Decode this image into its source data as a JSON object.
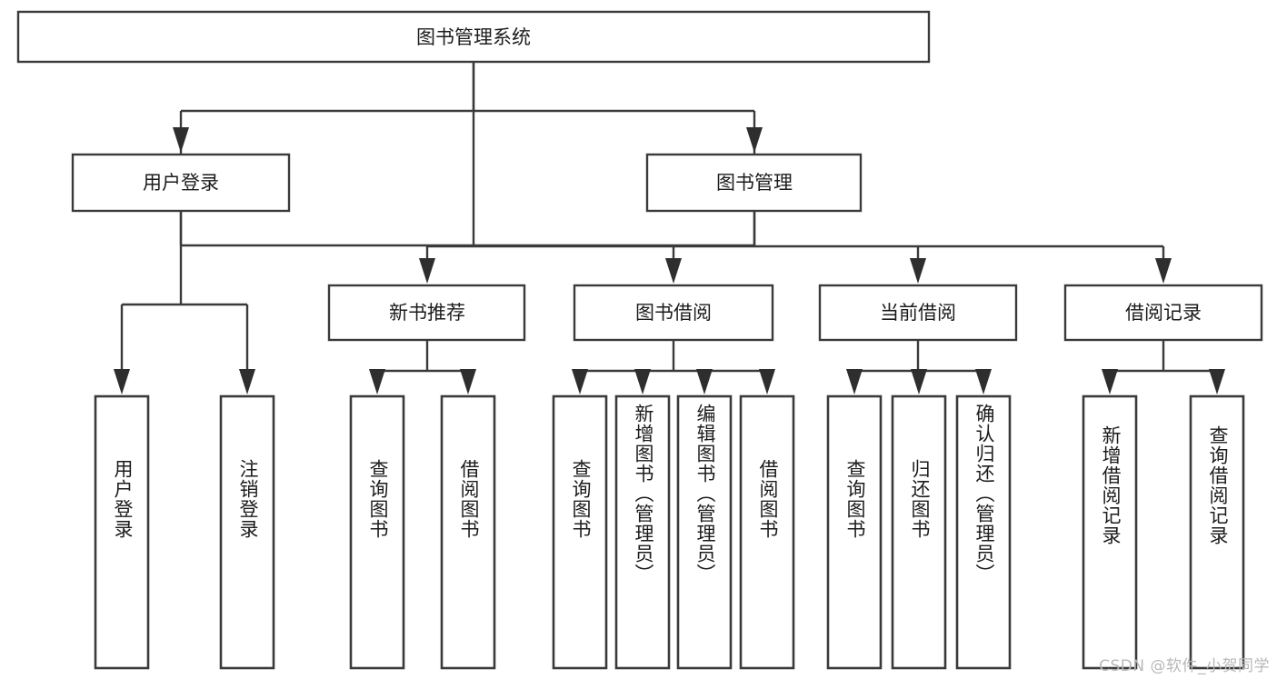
{
  "diagram": {
    "type": "tree-hierarchy-chart",
    "title": "图书管理系统",
    "background_color": "#ffffff",
    "line_color": "#3a3a3a",
    "text_color": "#1c1c1c",
    "watermark": "CSDN @软件_小贺同学",
    "root": {
      "label": "图书管理系统"
    },
    "level1": [
      {
        "label": "用户登录"
      },
      {
        "label": "图书管理"
      }
    ],
    "level2": [
      {
        "label": "新书推荐"
      },
      {
        "label": "图书借阅"
      },
      {
        "label": "当前借阅"
      },
      {
        "label": "借阅记录"
      }
    ],
    "leaves": {
      "user_login": [
        {
          "label": "用户登录"
        },
        {
          "label": "注销登录"
        }
      ],
      "new_book_recommend": [
        {
          "label": "查询图书"
        },
        {
          "label": "借阅图书"
        }
      ],
      "book_borrow": [
        {
          "label": "查询图书"
        },
        {
          "label": "新增图书（管理员）"
        },
        {
          "label": "编辑图书（管理员）"
        },
        {
          "label": "借阅图书"
        }
      ],
      "current_borrow": [
        {
          "label": "查询图书"
        },
        {
          "label": "归还图书"
        },
        {
          "label": "确认归还（管理员）"
        }
      ],
      "borrow_record": [
        {
          "label": "新增借阅记录"
        },
        {
          "label": "查询借阅记录"
        }
      ]
    }
  }
}
